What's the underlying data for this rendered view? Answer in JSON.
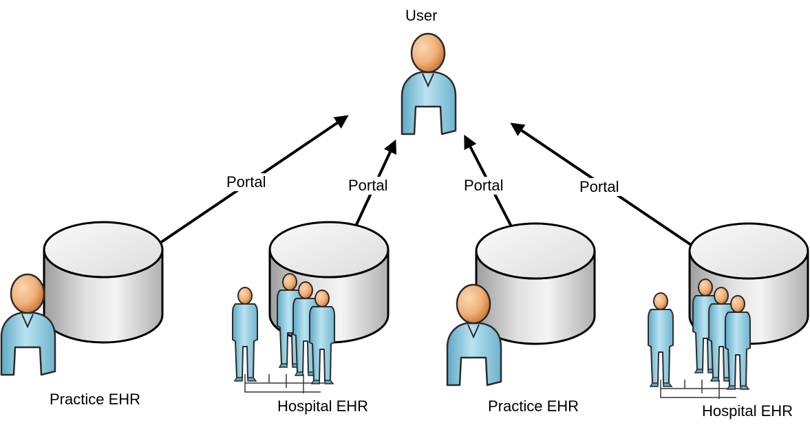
{
  "user": {
    "label": "User"
  },
  "connections": [
    {
      "label": "Portal"
    },
    {
      "label": "Portal"
    },
    {
      "label": "Portal"
    },
    {
      "label": "Portal"
    }
  ],
  "systems": [
    {
      "label": "Practice EHR",
      "kind": "practice",
      "icon": "single-person-icon"
    },
    {
      "label": "Hospital EHR",
      "kind": "hospital",
      "icon": "staff-group-icon"
    },
    {
      "label": "Practice EHR",
      "kind": "practice",
      "icon": "single-person-icon"
    },
    {
      "label": "Hospital EHR",
      "kind": "hospital",
      "icon": "staff-group-icon"
    }
  ],
  "colors": {
    "body": "#9fd3e6",
    "body_shade": "#5fa8c4",
    "head": "#f0b07a",
    "head_shade": "#c9742f",
    "outline": "#1a1a1a",
    "cylinder_light": "#f4f4f4",
    "cylinder_dark": "#a8a8a8",
    "arrow": "#000000"
  }
}
